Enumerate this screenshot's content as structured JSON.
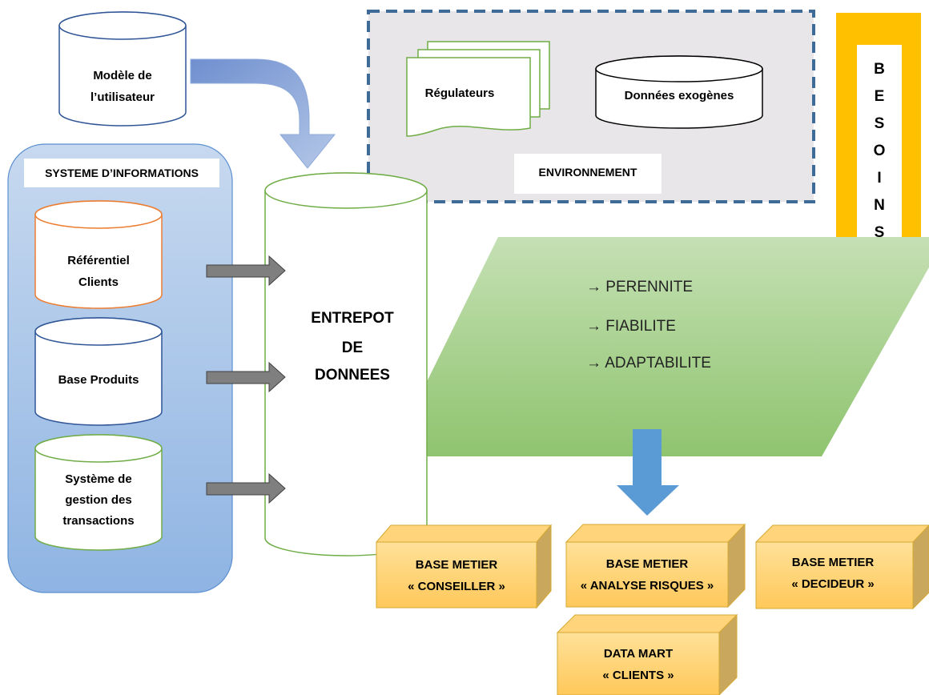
{
  "modele": {
    "line1": "Modèle de",
    "line2": "l’utilisateur"
  },
  "si": {
    "title": "SYSTEME D’INFORMATIONS",
    "referentiel": {
      "line1": "Référentiel",
      "line2": "Clients"
    },
    "produits": {
      "line1": "Base Produits"
    },
    "transactions": {
      "line1": "Système de",
      "line2": "gestion des",
      "line3": "transactions"
    }
  },
  "entrepot": {
    "line1": "ENTREPOT",
    "line2": "DE",
    "line3": "DONNEES"
  },
  "environnement": {
    "title": "ENVIRONNEMENT",
    "regulateurs": "Régulateurs",
    "exogenes": "Données exogènes"
  },
  "besoins": {
    "letters": [
      "B",
      "E",
      "S",
      "O",
      "I",
      "N",
      "S"
    ]
  },
  "requirements": [
    "→ PERENNITE",
    "→ FIABILITE",
    "→ ADAPTABILITE"
  ],
  "boxes": {
    "conseiller": {
      "line1": "BASE METIER",
      "line2": "« CONSEILLER »"
    },
    "risques": {
      "line1": "BASE METIER",
      "line2": "« ANALYSE RISQUES »"
    },
    "decideur": {
      "line1": "BASE METIER",
      "line2": "« DECIDEUR »"
    },
    "datamart": {
      "line1": "DATA MART",
      "line2": "« CLIENTS »"
    }
  },
  "colors": {
    "si_panel": "#8fb4e3",
    "env_panel": "#e8e6e8",
    "env_border": "#3f6b99",
    "besoins": "#ffc000",
    "parallelogram": "#a9d18e",
    "box_face": "#ffd47a",
    "box_side": "#c9a85e",
    "arrow_blue": "#5b9bd5",
    "arrow_gray": "#7f7f7f"
  }
}
